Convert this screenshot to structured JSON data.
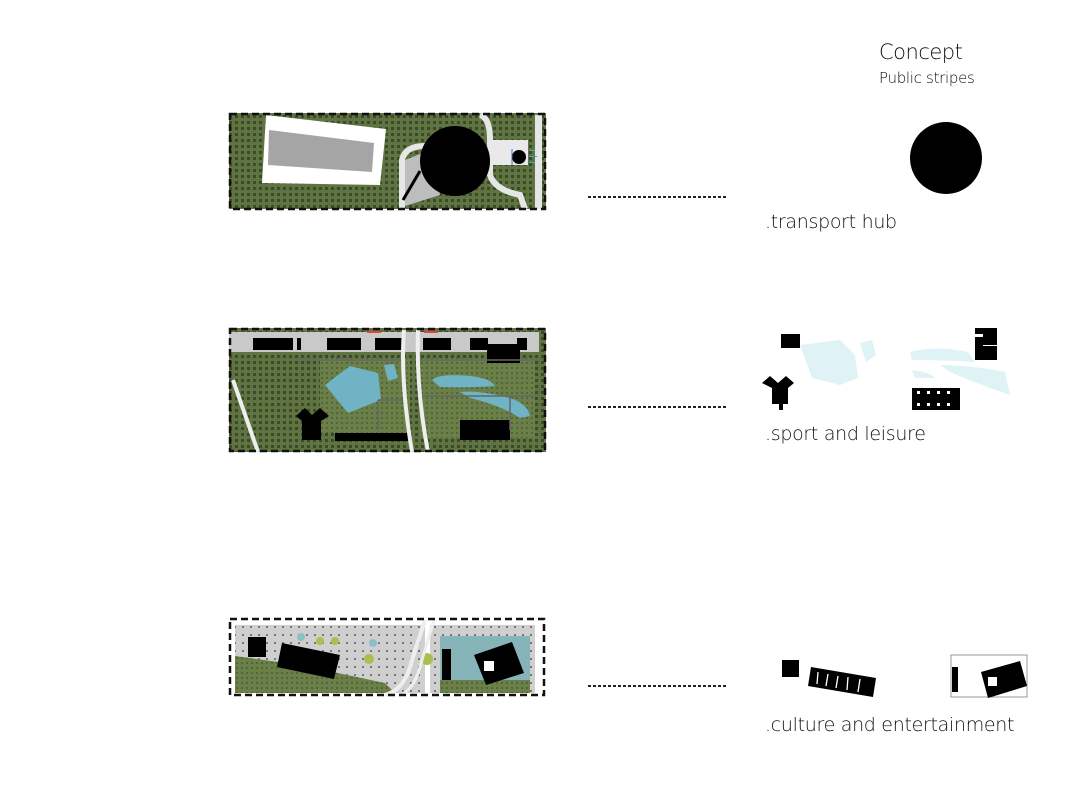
{
  "header": {
    "title": "Concept",
    "subtitle": "Public stripes"
  },
  "stripes": [
    {
      "label": ".transport hub"
    },
    {
      "label": ".sport and leisure"
    },
    {
      "label": ".culture and entertainment"
    }
  ],
  "colors": {
    "green": "#5b6e3c",
    "water": "#6fb3c4",
    "water_light": "#dff3f7",
    "building": "#000000",
    "paving": "#c9c9c9"
  }
}
